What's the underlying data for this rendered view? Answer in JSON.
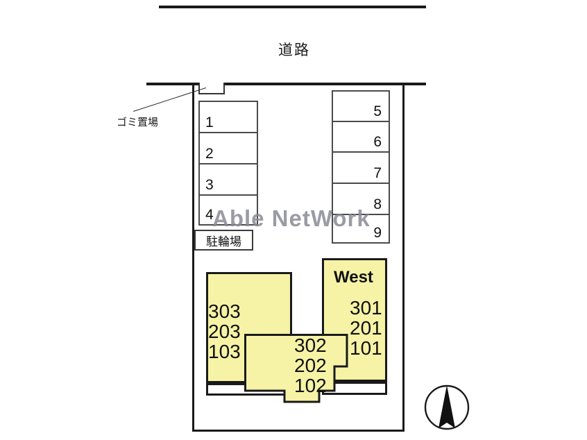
{
  "watermark": {
    "text": "Able NetWork"
  },
  "road": {
    "label": "道路"
  },
  "facilities": {
    "trash_label": "ゴミ置場",
    "bicycle_label": "駐輪場"
  },
  "parking": {
    "left_block": {
      "stalls": [
        {
          "number": "1"
        },
        {
          "number": "2"
        },
        {
          "number": "3"
        },
        {
          "number": "4"
        }
      ]
    },
    "right_block": {
      "stalls": [
        {
          "number": "5"
        },
        {
          "number": "6"
        },
        {
          "number": "7"
        },
        {
          "number": "8"
        },
        {
          "number": "9"
        }
      ]
    }
  },
  "buildings": [
    {
      "id": "west-wing",
      "wing_label": "West",
      "units": [
        "301",
        "201",
        "101"
      ]
    },
    {
      "id": "left-wing",
      "wing_label": "",
      "units": [
        "303",
        "203",
        "103"
      ]
    },
    {
      "id": "center-wing",
      "wing_label": "",
      "units": [
        "302",
        "202",
        "102"
      ]
    }
  ],
  "compass": {
    "direction": "north"
  },
  "colors": {
    "building_fill": "#f7f3a6",
    "outline": "#1a1a1a",
    "watermark": "#8a8a96"
  }
}
